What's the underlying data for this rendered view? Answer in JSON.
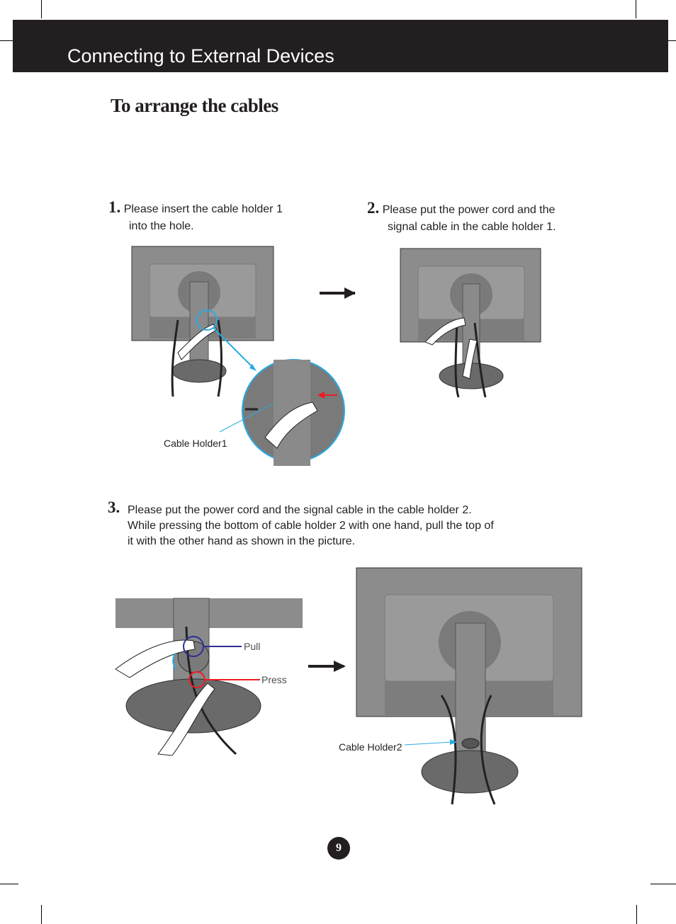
{
  "header": {
    "title": "Connecting to External Devices"
  },
  "section": {
    "title": "To arrange the cables"
  },
  "steps": [
    {
      "number": "1.",
      "lines": [
        "Please insert the cable holder 1",
        "into the hole."
      ]
    },
    {
      "number": "2.",
      "lines": [
        "Please put the power cord and the",
        "signal cable in the cable holder 1."
      ]
    },
    {
      "number": "3.",
      "lines": [
        "Please put the power cord and the signal cable in the cable holder 2.",
        "While pressing the bottom of cable holder 2 with one hand, pull the top of",
        "it with the other hand as shown in the picture."
      ]
    }
  ],
  "labels": {
    "cable_holder1": "Cable Holder1",
    "pull": "Pull",
    "press": "Press",
    "cable_holder2": "Cable Holder2"
  },
  "footer": {
    "page_number": "9"
  },
  "colors": {
    "header_bg": "#231f20",
    "callout_blue": "#29abe2",
    "pull_navy": "#2e3192",
    "press_red": "#ed1c24"
  }
}
